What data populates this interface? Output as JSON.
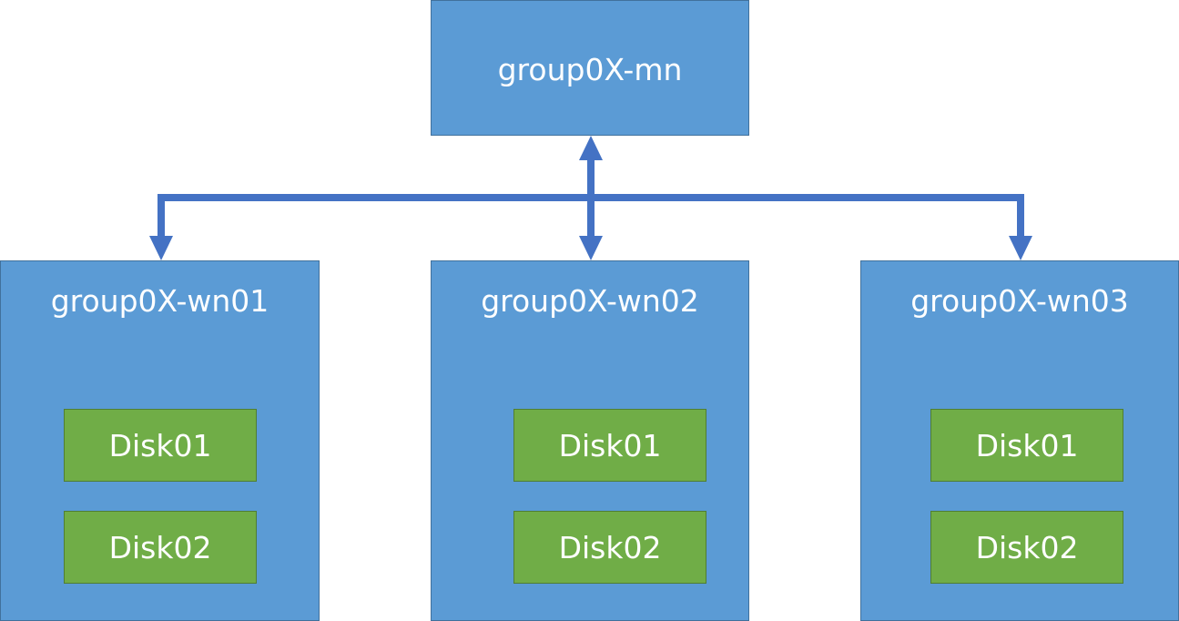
{
  "manager": {
    "label": "group0X-mn"
  },
  "workers": [
    {
      "label": "group0X-wn01",
      "disks": [
        "Disk01",
        "Disk02"
      ]
    },
    {
      "label": "group0X-wn02",
      "disks": [
        "Disk01",
        "Disk02"
      ]
    },
    {
      "label": "group0X-wn03",
      "disks": [
        "Disk01",
        "Disk02"
      ]
    }
  ],
  "colors": {
    "node_fill": "#5b9bd5",
    "node_border": "#41719c",
    "disk_fill": "#70ad47",
    "disk_border": "#507e32",
    "connector": "#4472c4",
    "text": "#ffffff"
  }
}
